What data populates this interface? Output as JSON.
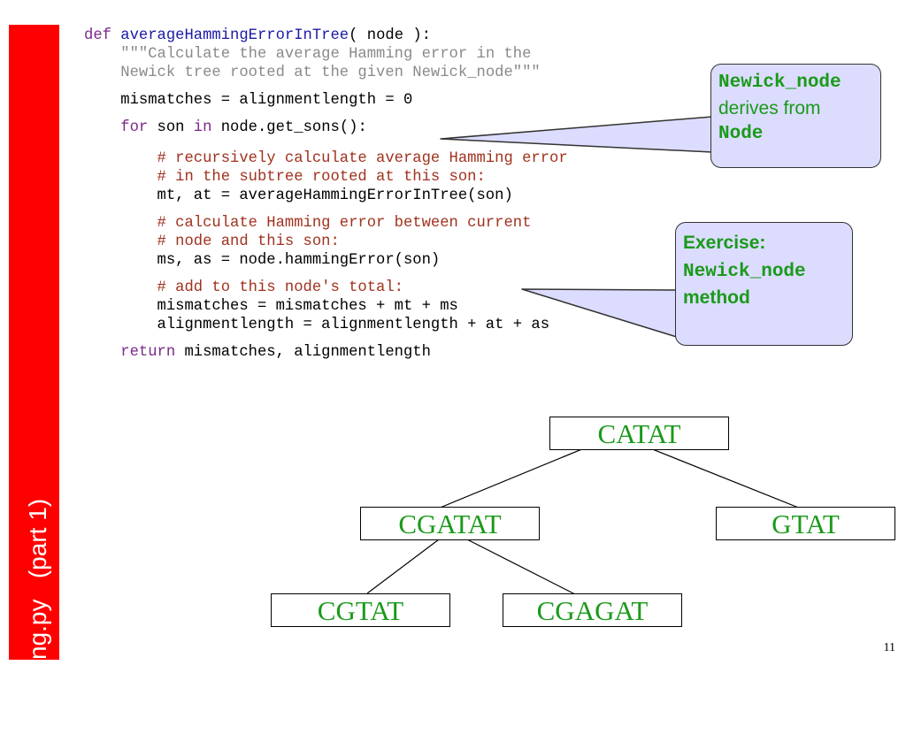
{
  "slide": {
    "side_title_main": "hamming.py",
    "side_title_sub": "(part 1)",
    "page_number": "11",
    "accent_color": "#ff0000",
    "tree_text_color": "#1a9a1a",
    "callout_bg": "#dcdcff"
  },
  "code": {
    "l1_kw": "def ",
    "l1_fn": "averageHammingErrorInTree",
    "l1_rest": "( node ):",
    "l2": "\"\"\"Calculate the average Hamming error in the",
    "l3": "Newick tree rooted at the given Newick_node\"\"\"",
    "l4": "mismatches = alignmentlength = 0",
    "l5_kw1": "for",
    "l5_mid": " son ",
    "l5_kw2": "in",
    "l5_rest": " node.get_sons():",
    "l6": "# recursively calculate average Hamming error",
    "l7": "# in the subtree rooted at this son:",
    "l8": "mt, at = averageHammingErrorInTree(son)",
    "l9": "# calculate Hamming error between current",
    "l10": "# node and this son:",
    "l11": "ms, as = node.hammingError(son)",
    "l12": "# add to this node's total:",
    "l13": "mismatches = mismatches + mt + ms",
    "l14": "alignmentlength = alignmentlength + at + as",
    "l15_kw": "return",
    "l15_rest": " mismatches, alignmentlength"
  },
  "callouts": {
    "first": {
      "line1": "Newick_node",
      "line2": "derives from",
      "line3": "Node"
    },
    "second": {
      "line1": "Exercise:",
      "line2": "Newick_node",
      "line3": "method"
    }
  },
  "tree": {
    "root": "CATAT",
    "left": "CGATAT",
    "right": "GTAT",
    "left_left": "CGTAT",
    "left_right": "CGAGAT"
  }
}
